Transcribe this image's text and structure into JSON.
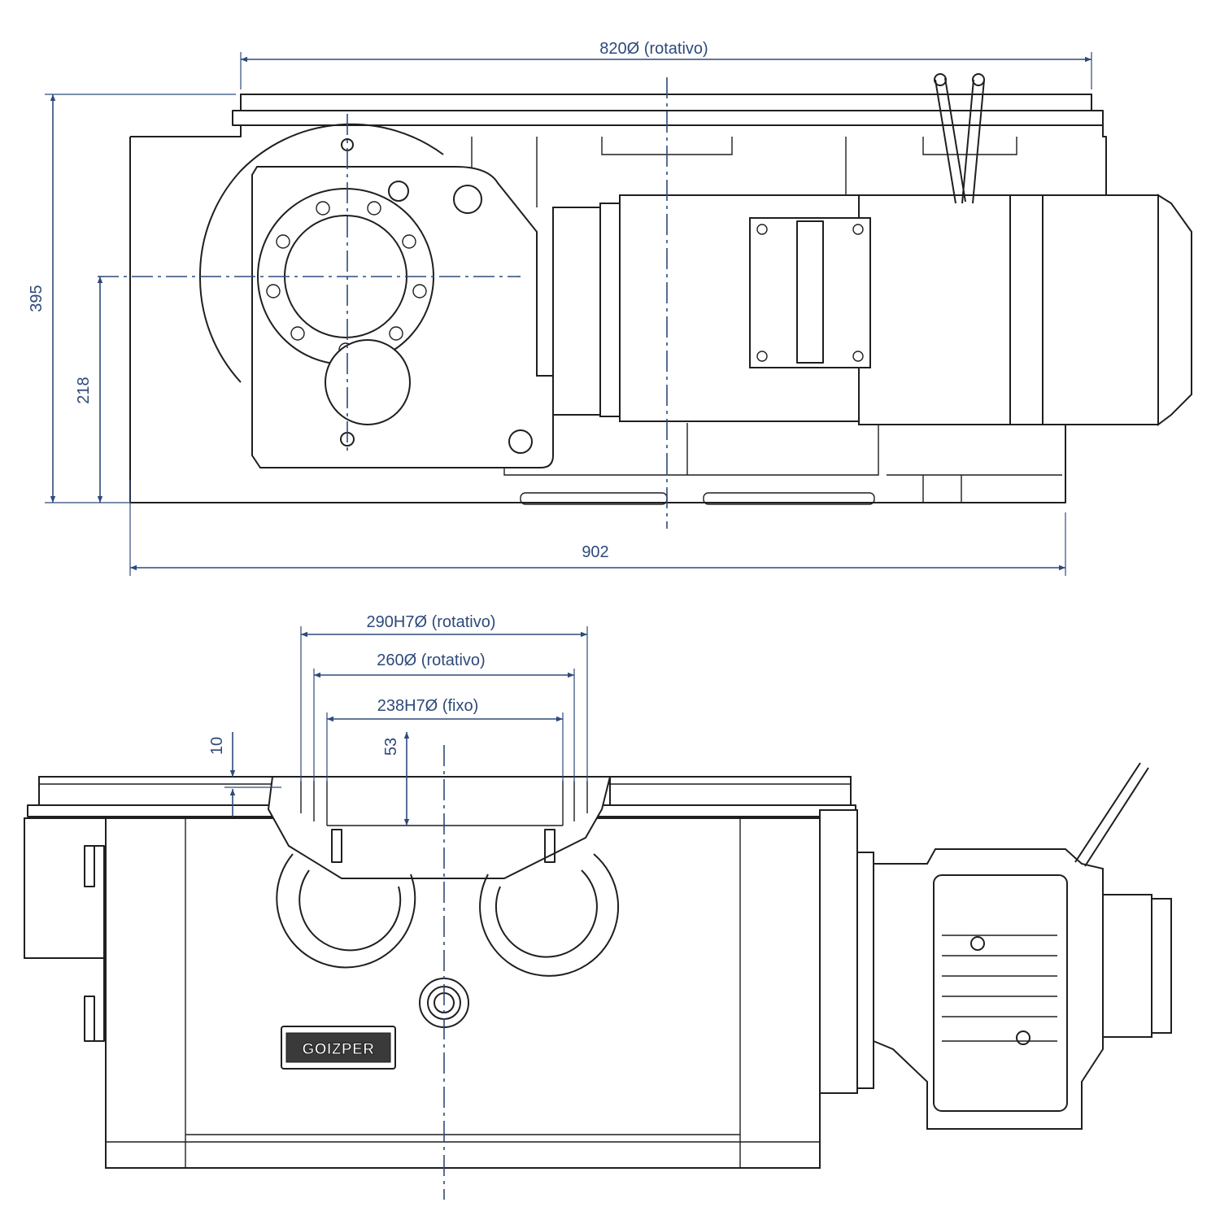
{
  "top_view": {
    "dimensions": {
      "rotary_diameter": "820Ø (rotativo)",
      "total_height": "395",
      "axis_height": "218",
      "total_length": "902"
    }
  },
  "front_view": {
    "dimensions": {
      "bore_rotary": "290H7Ø (rotativo)",
      "diameter_rotary": "260Ø (rotativo)",
      "bore_fixed": "238H7Ø (fixo)",
      "recess_depth": "10",
      "register_depth": "53"
    },
    "brand_plate": "GOIZPER"
  },
  "colors": {
    "dimension": "#2e4a7a",
    "outline": "#1f1f1f",
    "background": "#ffffff"
  }
}
